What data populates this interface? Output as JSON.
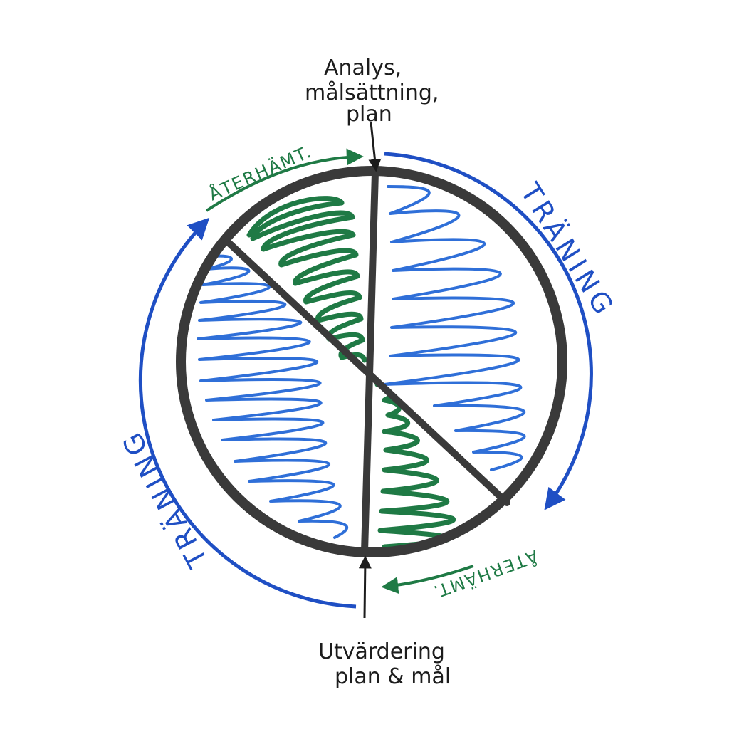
{
  "labels": {
    "top_line1": "Analys,",
    "top_line2": "målsättning,",
    "top_line3": "plan",
    "bottom_line1": "Utvärdering",
    "bottom_line2": "plan & mål",
    "recovery_top": "ÅTERHÄMT.",
    "recovery_bottom": "ÅTERHÄMT.",
    "training_right": "TRÄNING",
    "training_left": "TRÄNING"
  },
  "colors": {
    "ink": "#2b2b2b",
    "circle": "#3a3a3a",
    "green": "#1f7a45",
    "blue": "#1f4fc4",
    "blue_light": "#4a86e0"
  }
}
